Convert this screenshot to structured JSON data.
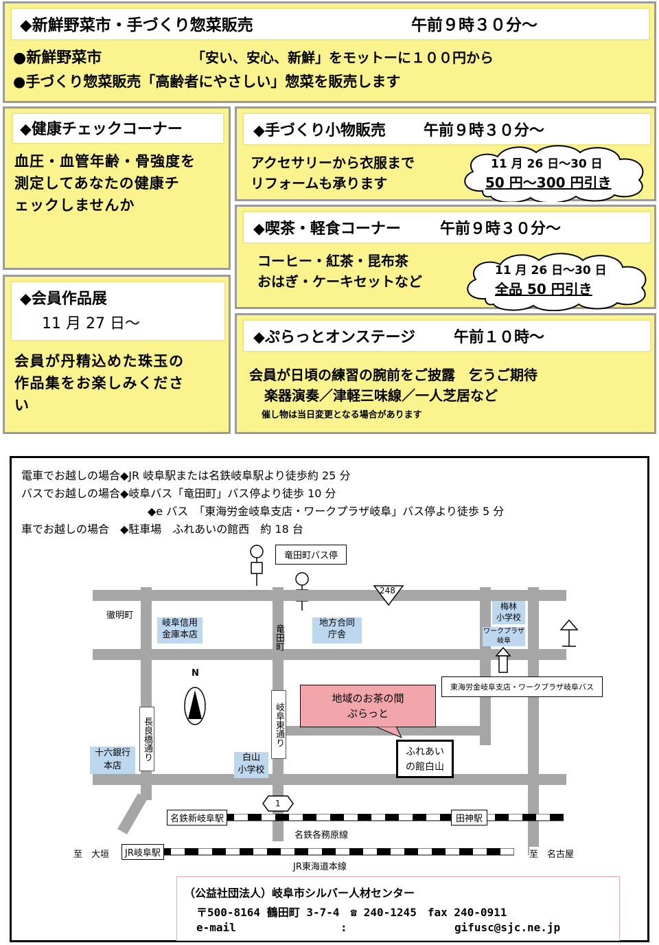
{
  "top": {
    "title": "◆新鮮野菜市・手づくり惣菜販売",
    "time": "午前９時３０分～",
    "line1_label": "●新鮮野菜市",
    "line1_text": "「安い、安心、新鮮」をモットーに１００円から",
    "line2": "●手づくり惣菜販売「高齢者にやさしい」惣菜を販売します"
  },
  "health": {
    "title": "◆健康チェックコーナー",
    "lines": [
      "血圧・血管年齢・骨強度を",
      "測定してあなたの健康チ",
      "ェックしませんか"
    ]
  },
  "crafts": {
    "title": "◆手づくり小物販売",
    "time": "午前９時３０分～",
    "lines": [
      "アクセサリーから衣服まで",
      "リフォームも承ります"
    ],
    "cloud_date": "11 月 26 日～30 日",
    "cloud_offer": "50 円～300 円引き"
  },
  "cafe": {
    "title": "◆喫茶・軽食コーナー",
    "time": "午前９時３０分～",
    "lines": [
      "コーヒー・紅茶・昆布茶",
      "おはぎ・ケーキセットなど"
    ],
    "cloud_date": "11 月 26 日～30 日",
    "cloud_offer": "全品 50 円引き"
  },
  "exhibit": {
    "title": "◆会員作品展",
    "date": "11 月 27 日～",
    "lines": [
      "会員が丹精込めた珠玉の",
      "作品集をお楽しみくださ",
      "い"
    ]
  },
  "stage": {
    "title": "◆ぷらっとオンステージ",
    "time": "午前１０時～",
    "line1": "会員が日頃の練習の腕前をご披露　乞うご期待",
    "line2": "楽器演奏／津軽三味線／一人芝居など",
    "note": "催し物は当日変更となる場合があります"
  },
  "access": [
    "電車でお越しの場合◆JR 岐阜駅または名鉄岐阜駅より徒歩約 25 分",
    "バスでお越しの場合◆岐阜バス「竜田町」バス停より徒歩 10 分",
    "◆e バス　「東海労金岐阜支店・ワークプラザ岐阜」バス停より徒歩 5 分",
    "車でお越しの場合　◆駐車場　ふれあいの館西　約 18 台"
  ],
  "map": {
    "bus_stop": "竜田町バス停",
    "route_248": "248",
    "tetsumeicho": "徹明町",
    "gifu_shinkin": "岐阜信用\n金庫本店",
    "chiho_godo": "地方合同\n庁舎",
    "tatsuta": "竜田町",
    "umebayashi": "梅林\n小学校",
    "workplaza": "ワークプラザ\n岐阜",
    "tokai_bus": "東海労金岐阜支店・ワークプラザ岐阜バス",
    "north": "N",
    "nagarabashi": "長良橋通り",
    "gifu_higashi": "岐阜東通り",
    "callout": "地域のお茶の間\nぷらっと",
    "fureai": "ふれあい\nの館白山",
    "juroku": "十六銀行\n本店",
    "hakusan": "白山\n小学校",
    "route_1": "1",
    "meitetsu_shingifu": "名鉄新岐阜駅",
    "tajin": "田神駅",
    "kakamigahara_line": "名鉄各務原線",
    "to_ogaki": "至　大垣",
    "jr_gifu": "JR岐阜駅",
    "to_nagoya": "至　名古屋",
    "jr_tokaido": "JR東海道本線"
  },
  "footer": {
    "org": "（公益社団法人）岐阜市シルバー人材センター",
    "address": "〒500-8164 鶴田町 3-7-4　☎ 240-1245　fax 240-0911",
    "email_label": "e-mail",
    "colon": ":",
    "email": "gifusc@sjc.ne.jp"
  },
  "colors": {
    "panel": "#fbf38d",
    "road": "#a6a6a6",
    "callout": "#f2a5ab",
    "blue": "#bdd7ee"
  }
}
